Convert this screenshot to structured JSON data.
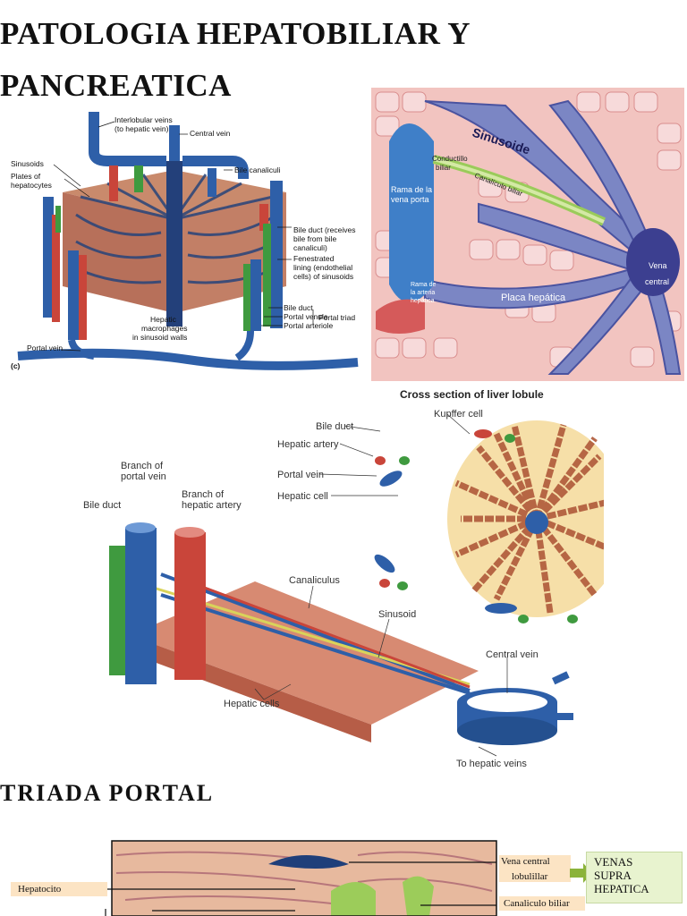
{
  "title_line1": "PATOLOGIA HEPATOBILIAR    Y",
  "title_line2": "PANCREATICA",
  "fig1": {
    "labels": {
      "interlobular": "Interlobular veins",
      "interlobular2": "(to hepatic vein)",
      "central_vein": "Central vein",
      "sinusoids": "Sinusoids",
      "plates1": "Plates of",
      "plates2": "hepatocytes",
      "bile_canaliculi": "Bile canaliculi",
      "bile_duct_rec1": "Bile duct (receives",
      "bile_duct_rec2": "bile from bile",
      "bile_duct_rec3": "canaliculi)",
      "fenestrated1": "Fenestrated",
      "fenestrated2": "lining (endothelial",
      "fenestrated3": "cells) of sinusoids",
      "bile_duct": "Bile duct",
      "portal_venule": "Portal venule",
      "portal_arteriole": "Portal arteriole",
      "portal_triad": "Portal triad",
      "hepatic_macro1": "Hepatic",
      "hepatic_macro2": "macrophages",
      "hepatic_macro3": "in sinusoid walls",
      "portal_vein": "Portal vein",
      "panel": "(c)"
    }
  },
  "fig2": {
    "labels": {
      "sinusoide": "Sinusoide",
      "conductillo1": "Conductillo",
      "conductillo2": "biliar",
      "canaliculo": "Canalículo biliar",
      "rama1": "Rama de la",
      "rama2": "vena porta",
      "ramaart1": "Rama de",
      "ramaart2": "la arteria",
      "ramaart3": "hepática",
      "placa": "Placa hepática",
      "vena1": "Vena",
      "vena2": "central"
    }
  },
  "fig3": {
    "labels": {
      "cross_section": "Cross section of liver lobule",
      "bile_duct_top": "Bile duct",
      "kupffer": "Kupffer cell",
      "hepatic_artery": "Hepatic artery",
      "portal_vein": "Portal vein",
      "hepatic_cell": "Hepatic cell",
      "branch_portal1": "Branch of",
      "branch_portal2": "portal vein",
      "branch_artery1": "Branch of",
      "branch_artery2": "hepatic artery",
      "bile_duct_left": "Bile duct",
      "canaliculus": "Canaliculus",
      "sinusoid": "Sinusoid",
      "central_vein": "Central vein",
      "hepatic_cells": "Hepatic cells",
      "to_hepatic": "To hepatic veins"
    }
  },
  "section_title": "TRIADA  PORTAL",
  "fig4": {
    "labels": {
      "hepatocito": "Hepatocito",
      "vena_central1": "Vena central",
      "vena_central2": "lobulillar",
      "canaliculo": "Canaliculo biliar"
    }
  },
  "venas_box": {
    "line1": "VENAS",
    "line2": "SUPRA",
    "line3": "HEPATICA"
  },
  "colors": {
    "vein_blue": "#2e5fa8",
    "artery_red": "#c9453a",
    "bile_green": "#3f9a3f",
    "hepatocyte": "#d89878",
    "arrow_green": "#8bb33a"
  }
}
